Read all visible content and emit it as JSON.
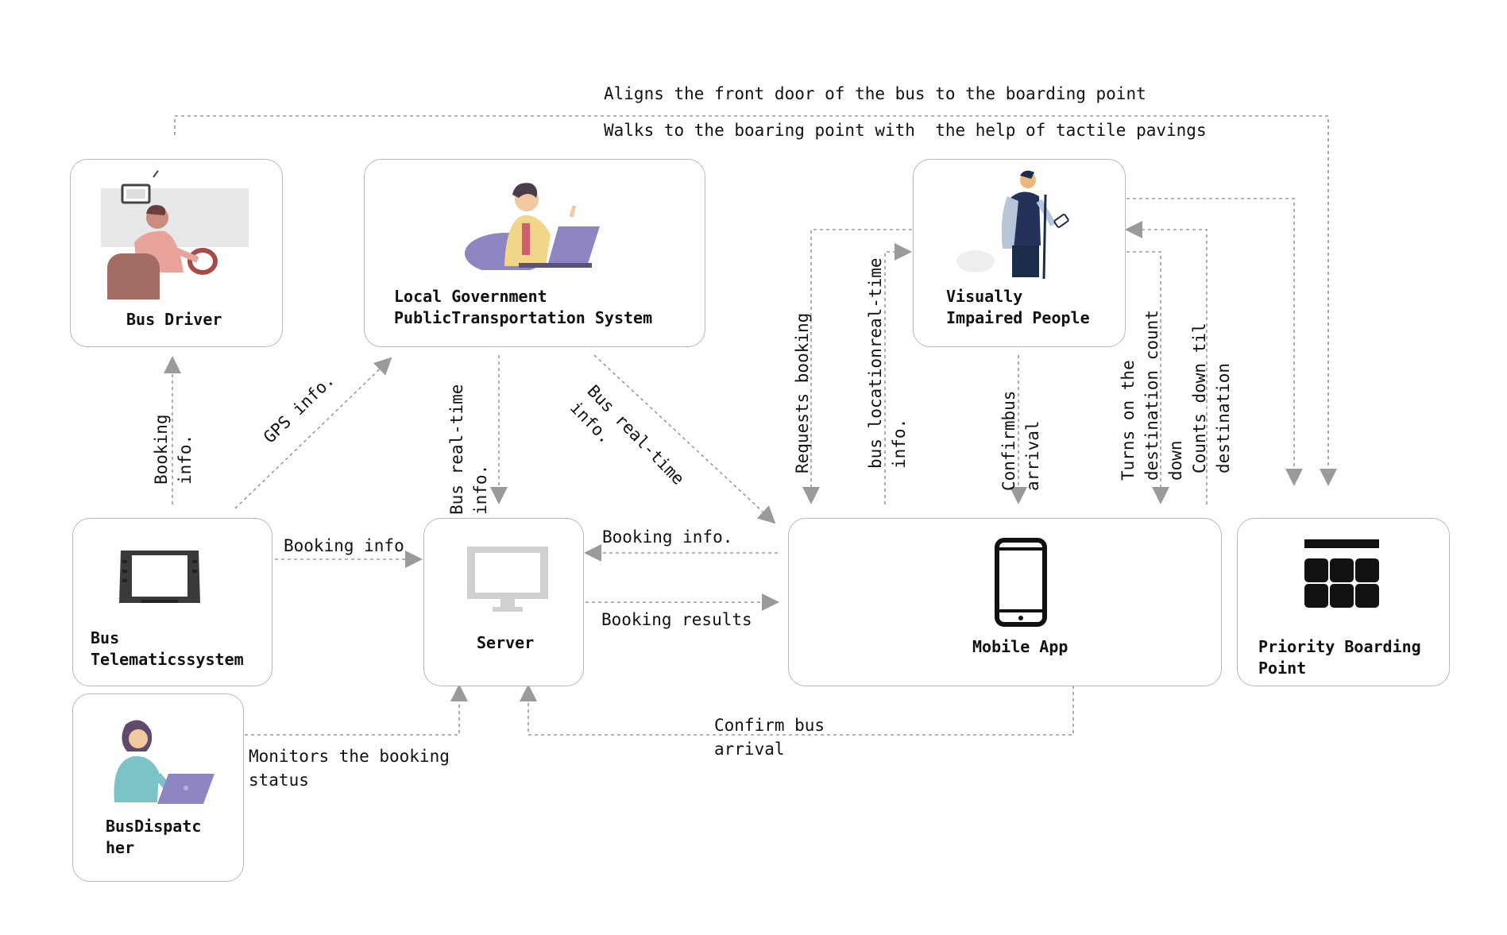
{
  "nodes": {
    "bus_driver": "Bus Driver",
    "local_government": "Local Government\nPublicTransportation System",
    "visually_impaired": "Visually\nImpaired People",
    "bus_telematics": "Bus\nTelematicssystem",
    "server": "Server",
    "mobile_app": "Mobile App",
    "priority_boarding": "Priority Boarding\nPoint",
    "bus_dispatcher": "BusDispatc\nher"
  },
  "edges": {
    "aligns_front_door": "Aligns the front door of the bus to the boarding point",
    "walks_to_point": "Walks to the boaring point with  the help of tactile pavings",
    "booking_info_up": "Booking\ninfo.",
    "gps_info": "GPS info.",
    "bus_realtime_down": "Bus real-time\ninfo.",
    "bus_realtime_diag": "Bus real-time\ninfo.",
    "requests_booking": "Requests booking",
    "bus_location": "bus locationreal-time\ninfo.",
    "confirm_bus_vert": "Confirmbus\narrival",
    "turns_on_destination": "Turns on the\ndestination count\ndown",
    "counts_down": "Counts down til\ndestination",
    "booking_info_horiz": "Booking info",
    "booking_info_app": "Booking info.",
    "booking_results": "Booking results",
    "monitors_booking": "Monitors the booking\nstatus",
    "confirm_bus_arrival": "Confirm bus\narrival"
  },
  "colors": {
    "border": "#b9b9b9",
    "connector": "#9a9a9a",
    "arrowhead": "#9a9a9a",
    "icon_dark": "#111111",
    "monitor_gray": "#cfcfcf",
    "laptop_purple": "#8e86c2"
  },
  "icons": [
    "bus-driver-illustration",
    "official-at-laptop-illustration",
    "visually-impaired-person-illustration",
    "telematics-screen-icon",
    "server-monitor-icon",
    "smartphone-icon",
    "boarding-grid-icon",
    "dispatcher-at-laptop-illustration"
  ]
}
